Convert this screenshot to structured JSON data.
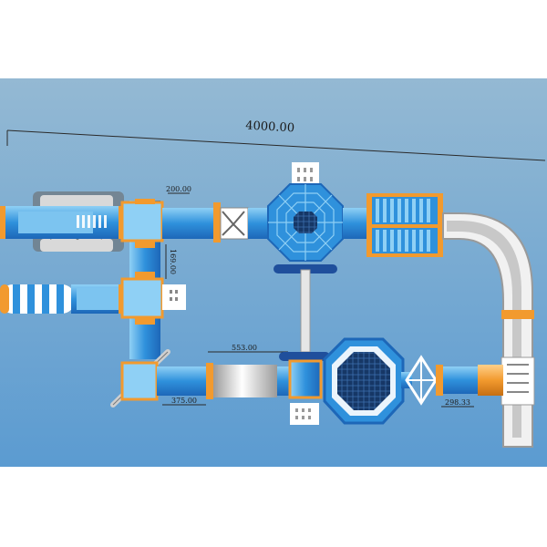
{
  "diagram": {
    "dimensions": {
      "overall_width": "4000.00",
      "walkway_width": "200.00",
      "connector_height": "169.00",
      "bridge_span": "553.00",
      "lower_segment": "375.00",
      "right_segment": "298.33"
    },
    "colors": {
      "background_top": "#8fb7d4",
      "background_bottom": "#5e9dd0",
      "blue": "#2d8fdb",
      "light_blue": "#7cc4f0",
      "orange": "#f0a040",
      "white": "#f4f4f4",
      "gray": "#a9a9a9",
      "navy": "#1f4f9c"
    }
  }
}
